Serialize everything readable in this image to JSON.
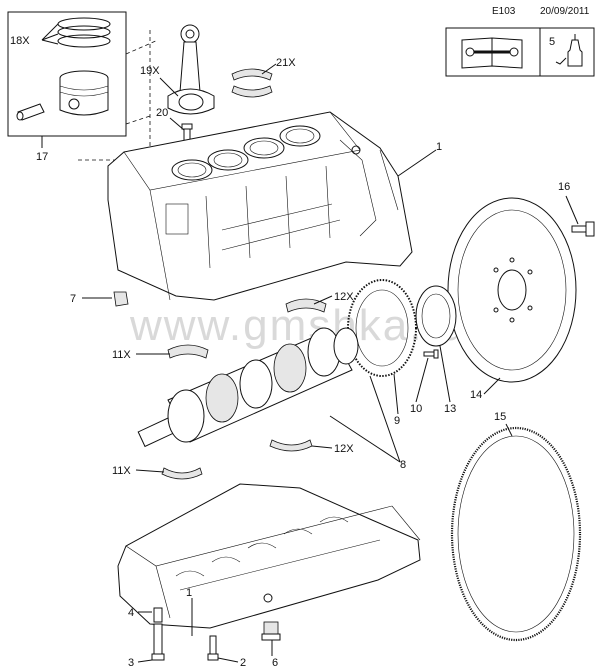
{
  "header": {
    "diagram_code": "E103",
    "date": "20/09/2011"
  },
  "info_box": {
    "manual_icon": "book-wrench-icon",
    "item_number": "5",
    "sealant_icon": "sealant-tube-icon"
  },
  "watermark": "www.gmshka.ru",
  "callouts": {
    "c1": "1",
    "c2": "2",
    "c3": "3",
    "c4": "4",
    "c5": "5",
    "c6": "6",
    "c7": "7",
    "c8": "8",
    "c9": "9",
    "c10": "10",
    "c11a": "11X",
    "c11b": "11X",
    "c12a": "12X",
    "c12b": "12X",
    "c13": "13",
    "c14": "14",
    "c15": "15",
    "c16": "16",
    "c17": "17",
    "c18": "18X",
    "c19": "19X",
    "c20": "20",
    "c21": "21X",
    "c1b": "1"
  }
}
